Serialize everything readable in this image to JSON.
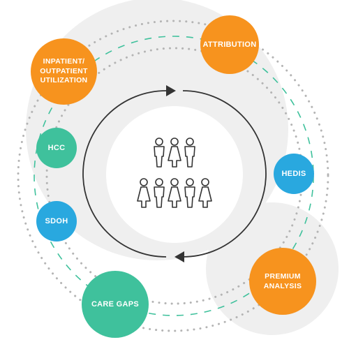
{
  "nodes": {
    "attribution": "ATTRIBUTION",
    "inpatient_outpatient": "INPATIENT/\nOUTPATIENT\nUTILIZATION",
    "hcc": "HCC",
    "hedis": "HEDIS",
    "sdoh": "SDOH",
    "premium_analysis": "PREMIUM\nANALYSIS",
    "care_gaps": "CARE GAPS"
  },
  "colors": {
    "orange": "#f7931e",
    "teal": "#3fc19c",
    "blue": "#29a8df",
    "background_circle": "#efefef",
    "dotted_ring": "#b4b4b4",
    "dashed_ring": "#3fc19c",
    "cycle_arrows": "#333333"
  },
  "icons": {
    "center": "group-of-people-icon"
  }
}
